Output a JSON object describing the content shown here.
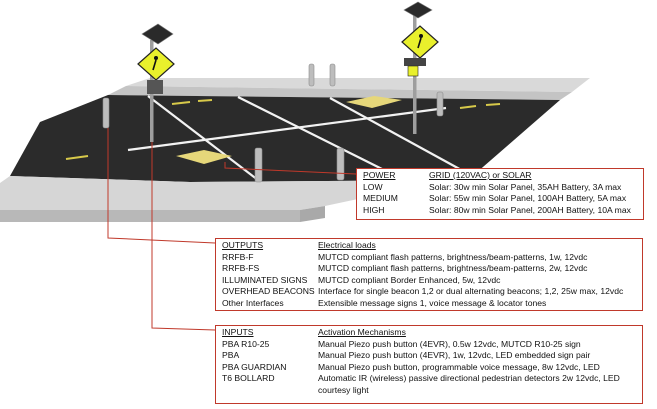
{
  "power": {
    "heading": "POWER",
    "heading_value": "GRID (120VAC) or SOLAR",
    "rows": [
      {
        "label": "LOW",
        "value": "Solar: 30w min Solar Panel, 35AH Battery, 3A max"
      },
      {
        "label": "MEDIUM",
        "value": "Solar: 55w min Solar Panel, 100AH Battery, 5A max"
      },
      {
        "label": "HIGH",
        "value": "Solar: 80w min Solar Panel, 200AH Battery, 10A max"
      }
    ]
  },
  "outputs": {
    "heading": "OUTPUTS",
    "heading_value": "Electrical loads",
    "rows": [
      {
        "label": "RRFB-F",
        "value": "MUTCD compliant flash patterns, brightness/beam-patterns, 1w, 12vdc"
      },
      {
        "label": "RRFB-FS",
        "value": "MUTCD compliant flash patterns, brightness/beam-patterns, 2w, 12vdc"
      },
      {
        "label": "ILLUMINATED SIGNS",
        "value": "MUTCD compliant Border Enhanced, 5w, 12vdc"
      },
      {
        "label": "OVERHEAD BEACONS",
        "value": "Interface for single beacon 1,2 or dual alternating beacons; 1,2, 25w max, 12vdc"
      },
      {
        "label": "Other Interfaces",
        "value": "Extensible message signs 1, voice message & locator tones"
      }
    ]
  },
  "inputs": {
    "heading": "INPUTS",
    "heading_value": "Activation Mechanisms",
    "rows": [
      {
        "label": "PBA R10-25",
        "value": "Manual Piezo push button (4EVR), 0.5w 12vdc, MUTCD R10-25 sign"
      },
      {
        "label": "PBA",
        "value": "Manual Piezo push button (4EVR), 1w, 12vdc, LED embedded sign pair"
      },
      {
        "label": "PBA GUARDIAN",
        "value": "Manual Piezo push button, programmable voice message, 8w 12vdc, LED"
      },
      {
        "label": "T6 BOLLARD",
        "value": "Automatic IR (wireless) passive directional pedestrian detectors 2w 12vdc, LED courtesy light"
      }
    ]
  },
  "colors": {
    "accent_line": "#c0392b",
    "road": "#2b2b2b",
    "sidewalk": "#d4d4d4",
    "sign_yellow": "#e9f02c",
    "tactile_yellow": "#e6d77a"
  }
}
